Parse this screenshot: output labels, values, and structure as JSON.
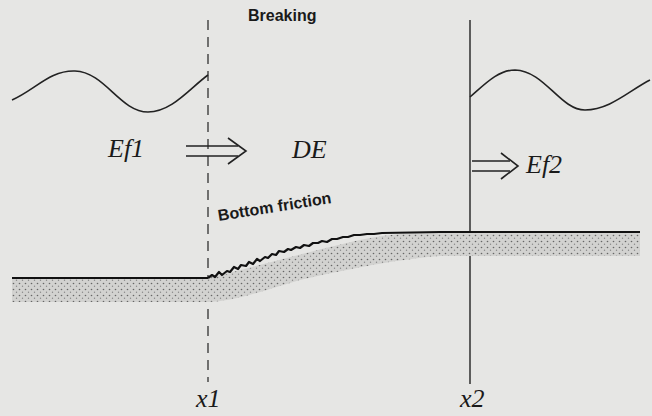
{
  "diagram": {
    "labels": [
      "Breaking",
      "Ef1",
      "DE",
      "Ef2",
      "Bottom friction",
      "x1",
      "x2"
    ]
  }
}
